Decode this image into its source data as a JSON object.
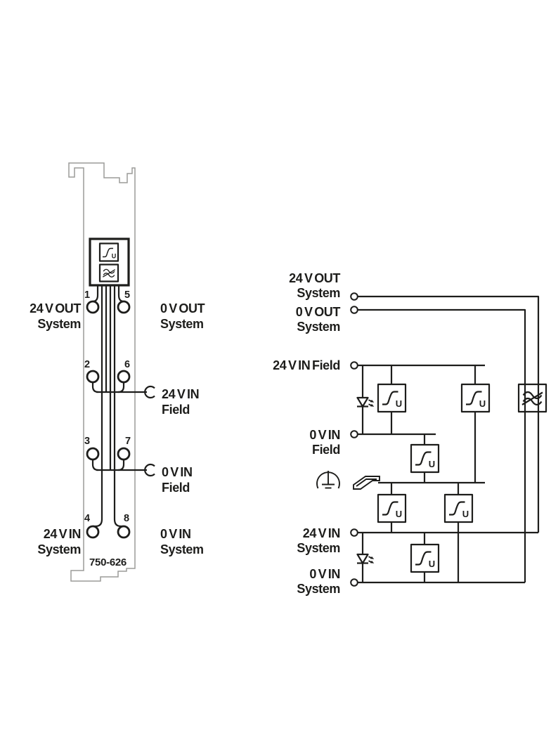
{
  "page": {
    "background": "#ffffff"
  },
  "colors": {
    "line": "#1d1d1b",
    "module_outline": "#9b9b99",
    "text": "#1d1d1b"
  },
  "module": {
    "part_number": "750-626",
    "terminals": [
      "1",
      "5",
      "2",
      "6",
      "3",
      "7",
      "4",
      "8"
    ],
    "labels": {
      "out_24v": [
        "24 V OUT",
        "System"
      ],
      "out_0v": [
        "0 V OUT",
        "System"
      ],
      "in_24v_field": [
        "24 V IN",
        "Field"
      ],
      "in_0v_field": [
        "0 V IN",
        "Field"
      ],
      "in_24v_system": [
        "24 V IN",
        "System"
      ],
      "in_0v_system": [
        "0 V IN",
        "System"
      ]
    },
    "icons": [
      "surge-limiter-icon",
      "emc-filter-icon",
      "socket-connector-icon",
      "terminal-circle"
    ]
  },
  "schematic": {
    "labels": {
      "out_24v": [
        "24 V OUT",
        "System"
      ],
      "out_0v": [
        "0 V OUT",
        "System"
      ],
      "in_24v_field": "24 V IN Field",
      "in_0v_field": [
        "0 V IN",
        "Field"
      ],
      "in_24v_system": [
        "24 V IN",
        "System"
      ],
      "in_0v_system": [
        "0 V IN",
        "System"
      ]
    },
    "icons": [
      "led-icon",
      "surge-limiter-icon",
      "emc-filter-icon",
      "earth-ground-icon",
      "din-rail-icon"
    ]
  },
  "symbols": {
    "u_label": "U"
  }
}
